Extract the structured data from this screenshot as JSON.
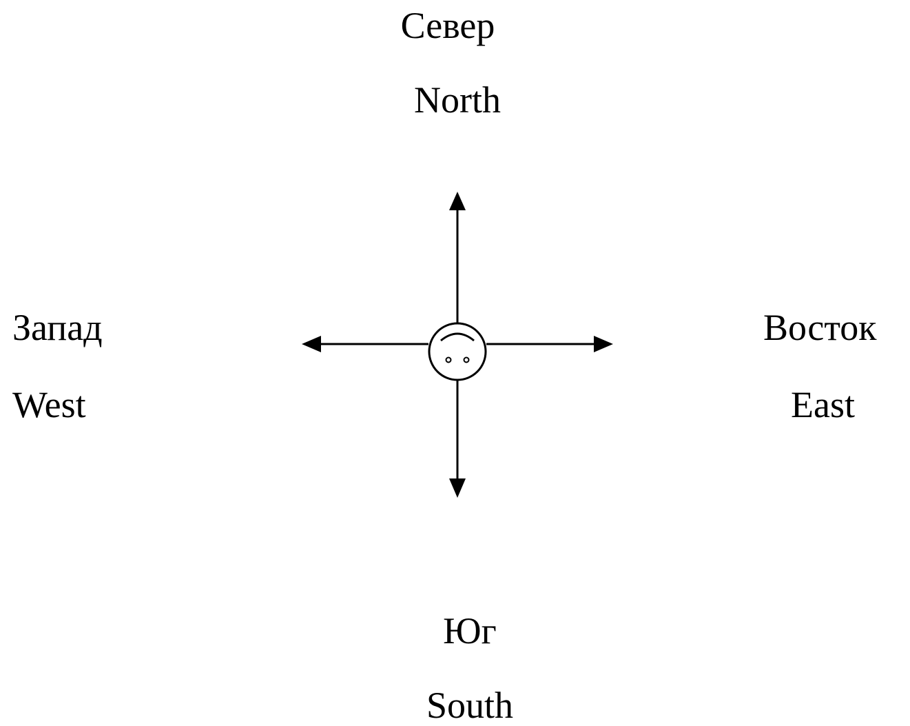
{
  "directions": {
    "north": {
      "ru": "Север",
      "en": "North"
    },
    "west": {
      "ru": "Запад",
      "en": "West"
    },
    "east": {
      "ru": "Восток",
      "en": "East"
    },
    "south": {
      "ru": "Юг",
      "en": "South"
    }
  },
  "center_icon": "upside-down-face-icon",
  "colors": {
    "ink": "#000000",
    "background": "#ffffff"
  }
}
